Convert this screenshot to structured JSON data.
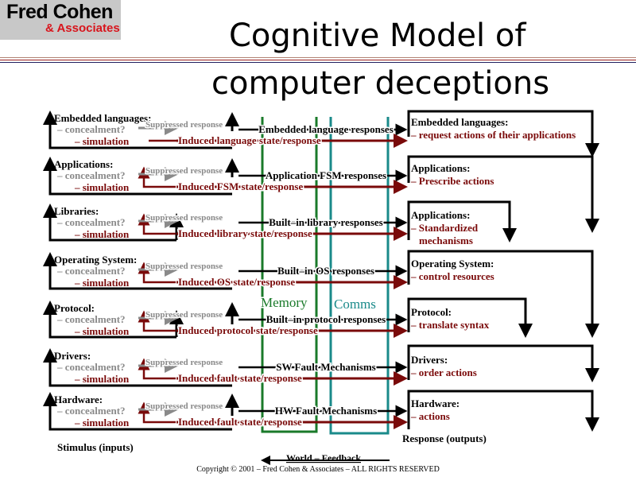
{
  "logo": {
    "line1": "Fred Cohen",
    "line2": "& Associates"
  },
  "title": {
    "line1": "Cognitive Model of",
    "line2": "computer deceptions"
  },
  "colors": {
    "dark_red": "#7a0a0a",
    "gray": "#8a8a8a",
    "green": "#1a7a2a",
    "teal": "#1a8a8a",
    "logo_red": "#d8141c"
  },
  "rows": [
    {
      "input_label": "Embedded languages:",
      "concealment": "– concealment?",
      "simulation": "– simulation",
      "suppressed": "Suppressed response",
      "builtin": "Embedded language responses",
      "induced": "Induced language state/response",
      "output_label": "Embedded languages:",
      "output_action": [
        "– request actions of their applications"
      ]
    },
    {
      "input_label": "Applications:",
      "concealment": "– concealment?",
      "simulation": "– simulation",
      "suppressed": "Suppressed response",
      "builtin": "Application FSM responses",
      "induced": "Induced FSM state/response",
      "output_label": "Applications:",
      "output_action": [
        "– Prescribe actions"
      ]
    },
    {
      "input_label": "Libraries:",
      "concealment": "– concealment?",
      "simulation": "– simulation",
      "suppressed": "Suppressed response",
      "builtin": "Built–in library responses",
      "induced": "Induced library state/response",
      "output_label": "Applications:",
      "output_action": [
        "– Standardized",
        "mechanisms"
      ]
    },
    {
      "input_label": "Operating System:",
      "concealment": "– concealment?",
      "simulation": "– simulation",
      "suppressed": "Suppressed response",
      "builtin": "Built–in OS responses",
      "induced": "Induced OS state/response",
      "output_label": "Operating System:",
      "output_action": [
        "– control resources"
      ]
    },
    {
      "input_label": "Protocol:",
      "concealment": "– concealment?",
      "simulation": "– simulation",
      "suppressed": "Suppressed response",
      "builtin": "Built–in protocol responses",
      "induced": "Induced protocol state/response",
      "output_label": "Protocol:",
      "output_action": [
        "– translate syntax"
      ]
    },
    {
      "input_label": "Drivers:",
      "concealment": "– concealment?",
      "simulation": "– simulation",
      "suppressed": "Suppressed response",
      "builtin": "SW Fault Mechanisms",
      "induced": "Induced fault state/response",
      "output_label": "Drivers:",
      "output_action": [
        "– order actions"
      ]
    },
    {
      "input_label": "Hardware:",
      "concealment": "– concealment?",
      "simulation": "– simulation",
      "suppressed": "Suppressed response",
      "builtin": "HW Fault Mechanisms",
      "induced": "Induced fault state/response",
      "output_label": "Hardware:",
      "output_action": [
        "– actions"
      ]
    }
  ],
  "memory_label": "Memory",
  "comms_label": "Comms",
  "stimulus_label": "Stimulus (inputs)",
  "response_label": "Response (outputs)",
  "feedback_label": "World – Feedback",
  "copyright": "Copyright © 2001 – Fred Cohen & Associates – ALL RIGHTS RESERVED"
}
